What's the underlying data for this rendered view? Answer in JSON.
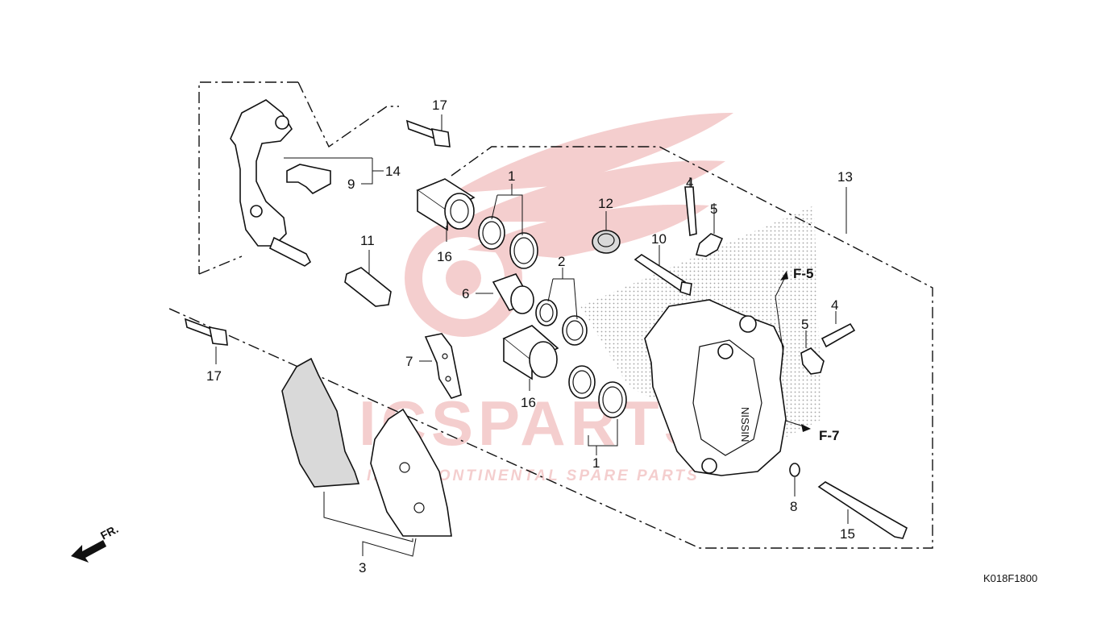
{
  "watermark": {
    "brand": "ICSPARTS",
    "tagline": "INTERCONTINENTAL SPARE PARTS",
    "color": "#f3c6c6"
  },
  "diagram_code": "K018F1800",
  "direction_label": "FR.",
  "references": [
    "F-5",
    "F-7"
  ],
  "callouts": {
    "c1a": "1",
    "c1b": "1",
    "c2": "2",
    "c3": "3",
    "c4a": "4",
    "c4b": "4",
    "c5a": "5",
    "c5b": "5",
    "c6": "6",
    "c7": "7",
    "c8": "8",
    "c9": "9",
    "c10": "10",
    "c11": "11",
    "c12": "12",
    "c13": "13",
    "c14": "14",
    "c15": "15",
    "c16a": "16",
    "c16b": "16",
    "c17a": "17",
    "c17b": "17"
  },
  "colors": {
    "line": "#111111",
    "background": "#ffffff",
    "shade": "#d9d9d9"
  }
}
